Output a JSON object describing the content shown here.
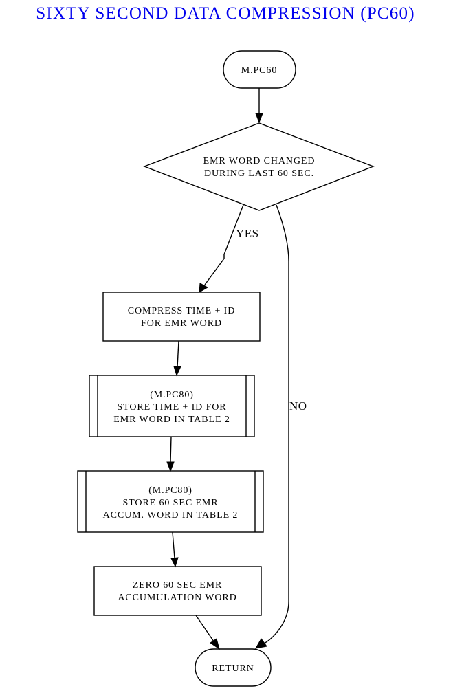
{
  "title": "SIXTY SECOND DATA COMPRESSION (PC60)",
  "colors": {
    "title": "#0000ee",
    "line": "#000000",
    "background": "#ffffff"
  },
  "nodes": {
    "start": {
      "lines": [
        "M.PC60"
      ]
    },
    "decision": {
      "lines": [
        "EMR WORD CHANGED",
        "DURING LAST 60 SEC."
      ]
    },
    "compress": {
      "lines": [
        "COMPRESS TIME + ID",
        "FOR EMR WORD"
      ]
    },
    "store_time": {
      "lines": [
        "(M.PC80)",
        "STORE TIME + ID FOR",
        "EMR WORD IN TABLE 2"
      ]
    },
    "store_accum": {
      "lines": [
        "(M.PC80)",
        "STORE 60 SEC EMR",
        "ACCUM. WORD IN TABLE 2"
      ]
    },
    "zero": {
      "lines": [
        "ZERO 60 SEC EMR",
        "ACCUMULATION WORD"
      ]
    },
    "end": {
      "lines": [
        "RETURN"
      ]
    }
  },
  "edges": {
    "yes_label": "YES",
    "no_label": "NO"
  }
}
